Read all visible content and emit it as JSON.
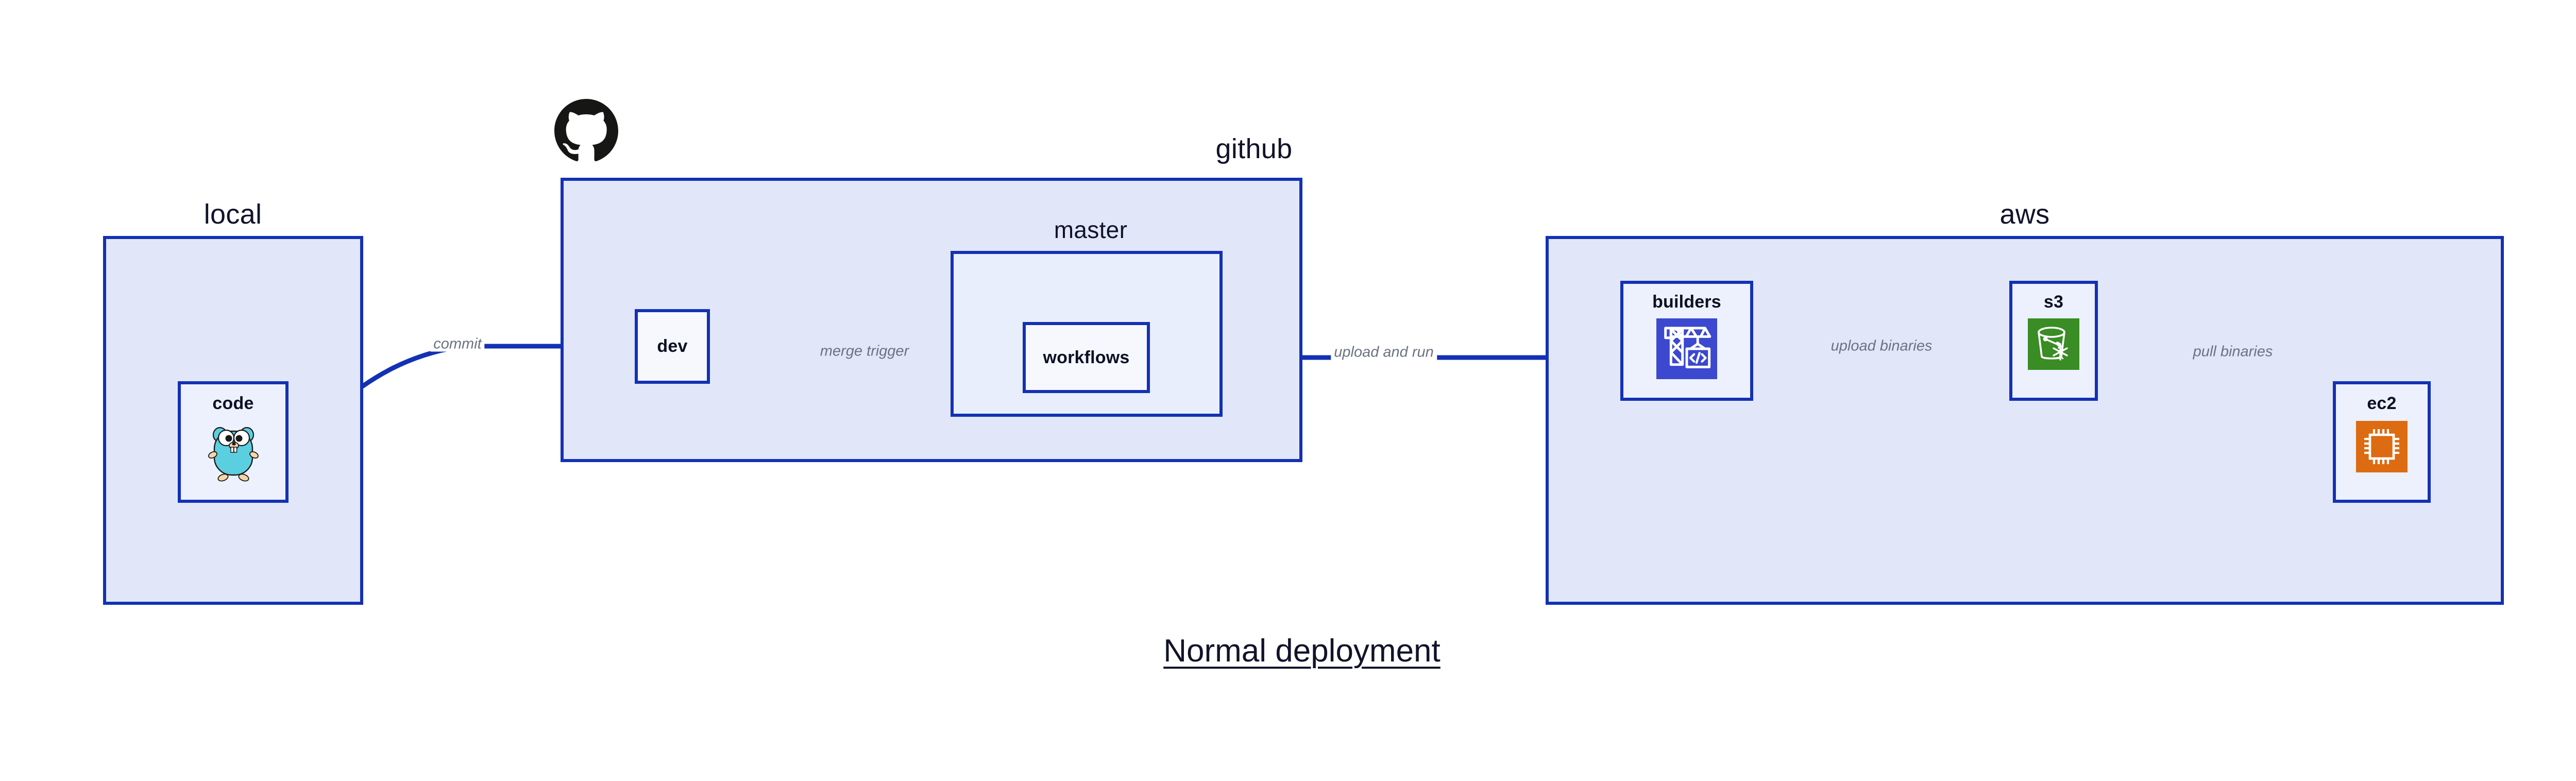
{
  "title": "Normal deployment",
  "colors": {
    "border": "#1331b4",
    "group_fill": "#e1e7f9",
    "nested_fill": "#e9eefc",
    "node_fill": "#ecf1fd",
    "edge_label": "#6b7280",
    "text": "#10132a",
    "builders_icon": "#3b48cf",
    "s3_icon": "#3a8c24",
    "ec2_icon": "#dd6b11",
    "gopher": "#5bcfe0",
    "github_mark": "#161614"
  },
  "groups": [
    {
      "id": "local",
      "label": "local"
    },
    {
      "id": "github",
      "label": "github"
    },
    {
      "id": "master",
      "label": "master"
    },
    {
      "id": "aws",
      "label": "aws"
    }
  ],
  "nodes": [
    {
      "id": "code",
      "label": "code",
      "icon": "go-gopher-icon"
    },
    {
      "id": "dev",
      "label": "dev",
      "icon": null
    },
    {
      "id": "workflows",
      "label": "workflows",
      "icon": null
    },
    {
      "id": "builders",
      "label": "builders",
      "icon": "aws-codebuild-icon"
    },
    {
      "id": "s3",
      "label": "s3",
      "icon": "aws-s3-glacier-icon"
    },
    {
      "id": "ec2",
      "label": "ec2",
      "icon": "aws-ec2-icon"
    }
  ],
  "edges": [
    {
      "id": "commit",
      "from": "code",
      "to": "dev",
      "label": "commit"
    },
    {
      "id": "merge-trigger",
      "from": "dev",
      "to": "workflows",
      "label": "merge trigger"
    },
    {
      "id": "upload-and-run",
      "from": "workflows",
      "to": "builders",
      "label": "upload and run"
    },
    {
      "id": "upload-binaries",
      "from": "builders",
      "to": "s3",
      "label": "upload binaries"
    },
    {
      "id": "pull-binaries",
      "from": "s3",
      "to": "ec2",
      "label": "pull binaries"
    }
  ],
  "branding": {
    "github_logo": "github-octocat-icon"
  }
}
